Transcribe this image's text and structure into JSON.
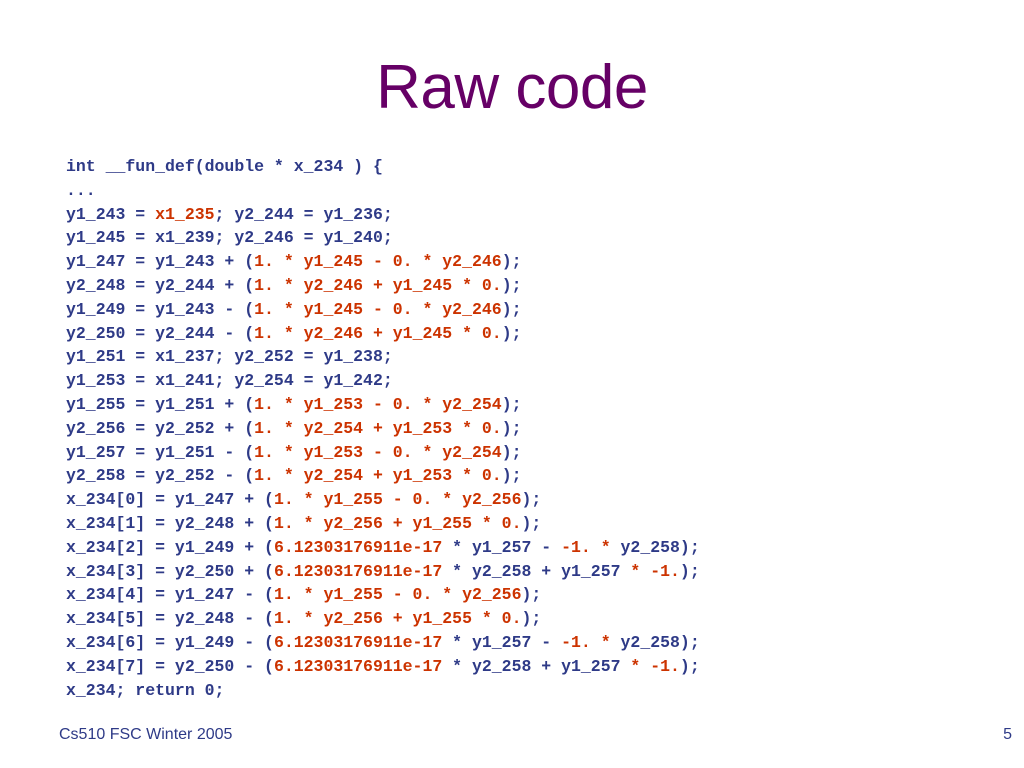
{
  "slide": {
    "title": "Raw code",
    "footer_left": "Cs510 FSC Winter 2005",
    "page_number": "5"
  },
  "colors": {
    "title": "#660066",
    "text": "#2e3a87",
    "highlight": "#cc3300"
  },
  "code_lines": [
    [
      {
        "t": "int __fun_def(double * x_234 ) {",
        "h": false
      }
    ],
    [
      {
        "t": "...",
        "h": false
      }
    ],
    [
      {
        "t": "y1_243 = ",
        "h": false
      },
      {
        "t": "x1_235",
        "h": true
      },
      {
        "t": "; y2_244 = y1_236;",
        "h": false
      }
    ],
    [
      {
        "t": "y1_245 = x1_239; y2_246 = y1_240;",
        "h": false
      }
    ],
    [
      {
        "t": "y1_247 = y1_243 + (",
        "h": false
      },
      {
        "t": "1. * y1_245 - 0. * y2_246",
        "h": true
      },
      {
        "t": ");",
        "h": false
      }
    ],
    [
      {
        "t": "y2_248 = y2_244 + (",
        "h": false
      },
      {
        "t": "1. * y2_246 + y1_245 * 0.",
        "h": true
      },
      {
        "t": ");",
        "h": false
      }
    ],
    [
      {
        "t": "y1_249 = y1_243 - (",
        "h": false
      },
      {
        "t": "1. * y1_245 - 0. * y2_246",
        "h": true
      },
      {
        "t": ");",
        "h": false
      }
    ],
    [
      {
        "t": "y2_250 = y2_244 - (",
        "h": false
      },
      {
        "t": "1. * y2_246 + y1_245 * 0.",
        "h": true
      },
      {
        "t": ");",
        "h": false
      }
    ],
    [
      {
        "t": "y1_251 = x1_237; y2_252 = y1_238;",
        "h": false
      }
    ],
    [
      {
        "t": "y1_253 = x1_241; y2_254 = y1_242;",
        "h": false
      }
    ],
    [
      {
        "t": "y1_255 = y1_251 + (",
        "h": false
      },
      {
        "t": "1. * y1_253 - 0. * y2_254",
        "h": true
      },
      {
        "t": ");",
        "h": false
      }
    ],
    [
      {
        "t": "y2_256 = y2_252 + (",
        "h": false
      },
      {
        "t": "1. * y2_254 + y1_253 * 0.",
        "h": true
      },
      {
        "t": ");",
        "h": false
      }
    ],
    [
      {
        "t": "y1_257 = y1_251 - (",
        "h": false
      },
      {
        "t": "1. * y1_253 - 0. * y2_254",
        "h": true
      },
      {
        "t": ");",
        "h": false
      }
    ],
    [
      {
        "t": "y2_258 = y2_252 - (",
        "h": false
      },
      {
        "t": "1. * y2_254 + y1_253 * 0.",
        "h": true
      },
      {
        "t": ");",
        "h": false
      }
    ],
    [
      {
        "t": "x_234[0] = y1_247 + (",
        "h": false
      },
      {
        "t": "1. * y1_255 - 0. * y2_256",
        "h": true
      },
      {
        "t": ");",
        "h": false
      }
    ],
    [
      {
        "t": "x_234[1] = y2_248 + (",
        "h": false
      },
      {
        "t": "1. * y2_256 + y1_255 * 0.",
        "h": true
      },
      {
        "t": ");",
        "h": false
      }
    ],
    [
      {
        "t": "x_234[2] = y1_249 + (",
        "h": false
      },
      {
        "t": "6.12303176911e-17",
        "h": true
      },
      {
        "t": " * y1_257 - ",
        "h": false
      },
      {
        "t": "-1. *",
        "h": true
      },
      {
        "t": " y2_258);",
        "h": false
      }
    ],
    [
      {
        "t": "x_234[3] = y2_250 + (",
        "h": false
      },
      {
        "t": "6.12303176911e-17",
        "h": true
      },
      {
        "t": " * y2_258 + y1_257 ",
        "h": false
      },
      {
        "t": "* -1.",
        "h": true
      },
      {
        "t": ");",
        "h": false
      }
    ],
    [
      {
        "t": "x_234[4] = y1_247 - (",
        "h": false
      },
      {
        "t": "1. * y1_255 - 0. * y2_256",
        "h": true
      },
      {
        "t": ");",
        "h": false
      }
    ],
    [
      {
        "t": "x_234[5] = y2_248 - (",
        "h": false
      },
      {
        "t": "1. * y2_256 + y1_255 * 0.",
        "h": true
      },
      {
        "t": ");",
        "h": false
      }
    ],
    [
      {
        "t": "x_234[6] = y1_249 - (",
        "h": false
      },
      {
        "t": "6.12303176911e-17",
        "h": true
      },
      {
        "t": " * y1_257 - ",
        "h": false
      },
      {
        "t": "-1. *",
        "h": true
      },
      {
        "t": " y2_258);",
        "h": false
      }
    ],
    [
      {
        "t": "x_234[7] = y2_250 - (",
        "h": false
      },
      {
        "t": "6.12303176911e-17",
        "h": true
      },
      {
        "t": " * y2_258 + y1_257 ",
        "h": false
      },
      {
        "t": "* -1.",
        "h": true
      },
      {
        "t": ");",
        "h": false
      }
    ],
    [
      {
        "t": "x_234; return 0;",
        "h": false
      }
    ]
  ]
}
